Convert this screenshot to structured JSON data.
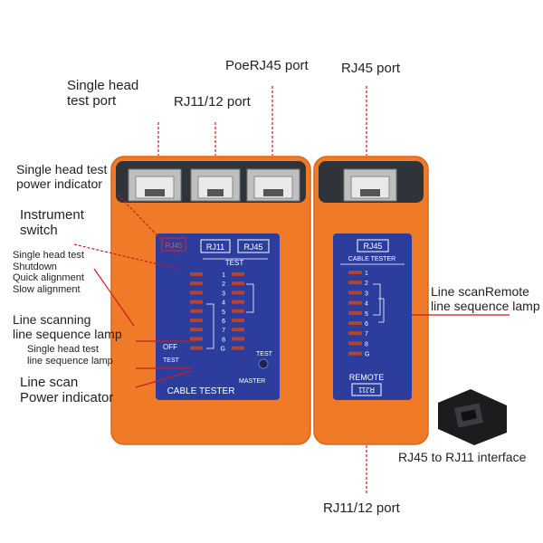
{
  "callouts": {
    "single_head_test_port": [
      "Single head",
      "test port"
    ],
    "rj11_12_port_top": "RJ11/12 port",
    "poe_rj45_port": "PoeRJ45 port",
    "rj45_port": "RJ45 port",
    "single_head_power_indicator": [
      "Single head test",
      "power indicator"
    ],
    "instrument_switch": [
      "Instrument",
      "switch"
    ],
    "switch_modes": [
      "Single head test",
      "Shutdown",
      "Quick alignment",
      "Slow alignment"
    ],
    "line_scanning_lamp": [
      "Line scanning",
      "line sequence lamp"
    ],
    "single_head_sequence_lamp": [
      "Single head test",
      "line sequence lamp"
    ],
    "line_scan_power": [
      "Line scan",
      "Power indicator"
    ],
    "remote_sequence_lamp": [
      "Line scanRemote",
      "line sequence lamp"
    ],
    "rj45_to_rj11": "RJ45 to RJ11 interface",
    "rj11_12_port_bottom": "RJ11/12 port"
  },
  "main_unit": {
    "port_rj45": "RJ45",
    "port_rj11": "RJ11",
    "port_rj45b": "RJ45",
    "test_label": "TEST",
    "lamp_numbers": [
      "1",
      "2",
      "3",
      "4",
      "5",
      "6",
      "7",
      "8",
      "G"
    ],
    "off_label": "OFF",
    "test_small": "TEST",
    "test_button": "TEST",
    "master": "MASTER",
    "cable_tester": "CABLE TESTER"
  },
  "remote_unit": {
    "rj45": "RJ45",
    "cable_tester": "CABLE TESTER",
    "lamp_numbers": [
      "1",
      "2",
      "3",
      "4",
      "5",
      "6",
      "7",
      "8",
      "G"
    ],
    "remote": "REMOTE",
    "rj11_stamp": "RJ11"
  },
  "colors": {
    "orange": "#f07a2a",
    "blue_panel": "#2c3d9e",
    "red_leader": "#c81e1e",
    "dark": "#2a2f36"
  }
}
